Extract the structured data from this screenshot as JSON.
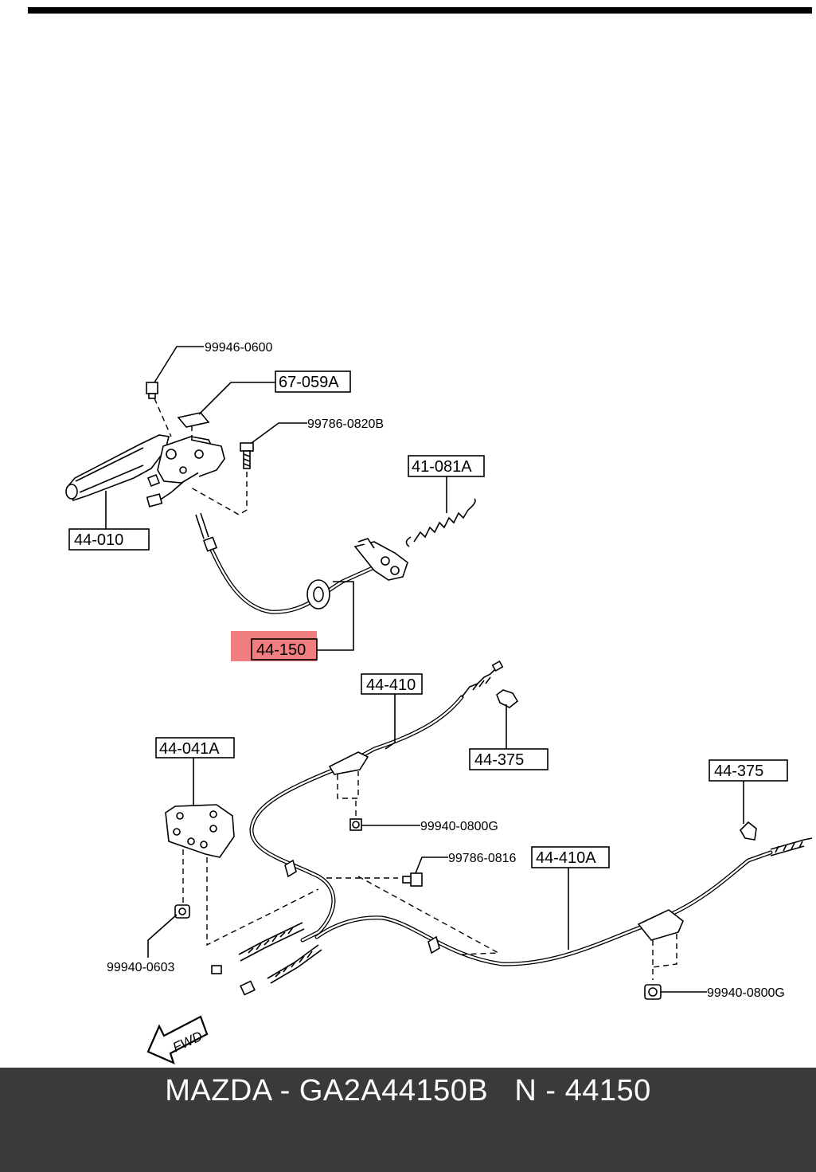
{
  "diagram": {
    "part_labels": {
      "p44010": "44-010",
      "p67059a": "67-059A",
      "p41081a": "41-081A",
      "p44150": "44-150",
      "p44410": "44-410",
      "p44375a": "44-375",
      "p44041a": "44-041A",
      "p44375b": "44-375",
      "p44410a": "44-410A"
    },
    "fastener_labels": {
      "f99946": "99946-0600",
      "f99786a": "99786-0820B",
      "f99940g1": "99940-0800G",
      "f99786b": "99786-0816",
      "f99940_0603": "99940-0603",
      "f99940g2": "99940-0800G"
    },
    "fwd_label": "FWD",
    "highlight_color": "#f07e7e"
  },
  "caption": {
    "text": "MAZDA - GA2A44150B   N - 44150"
  }
}
